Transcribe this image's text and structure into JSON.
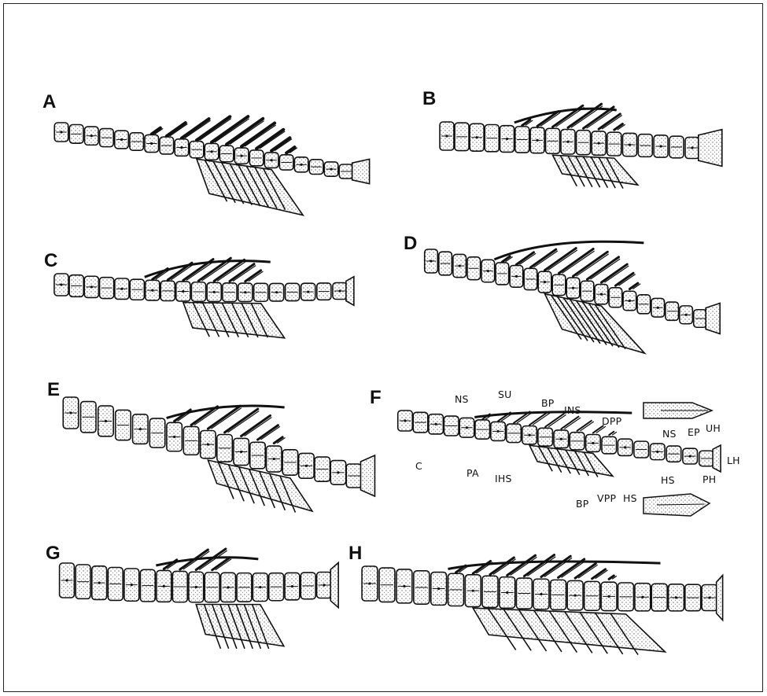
{
  "panels": [
    {
      "letter": "A"
    },
    {
      "letter": "B"
    },
    {
      "letter": "C"
    },
    {
      "letter": "D"
    },
    {
      "letter": "E"
    },
    {
      "letter": "F"
    },
    {
      "letter": "G"
    },
    {
      "letter": "H"
    }
  ],
  "f_labels": {
    "ns": "NS",
    "su": "SU",
    "bp": "BP",
    "ins": "INS",
    "dpp": "DPP",
    "ns2": "NS",
    "ep": "EP",
    "uh": "UH",
    "lh": "LH",
    "c": "C",
    "pa": "PA",
    "ihs": "IHS",
    "bp2": "BP",
    "vpp": "VPP",
    "hs": "HS",
    "hs2": "HS",
    "ph": "PH"
  }
}
